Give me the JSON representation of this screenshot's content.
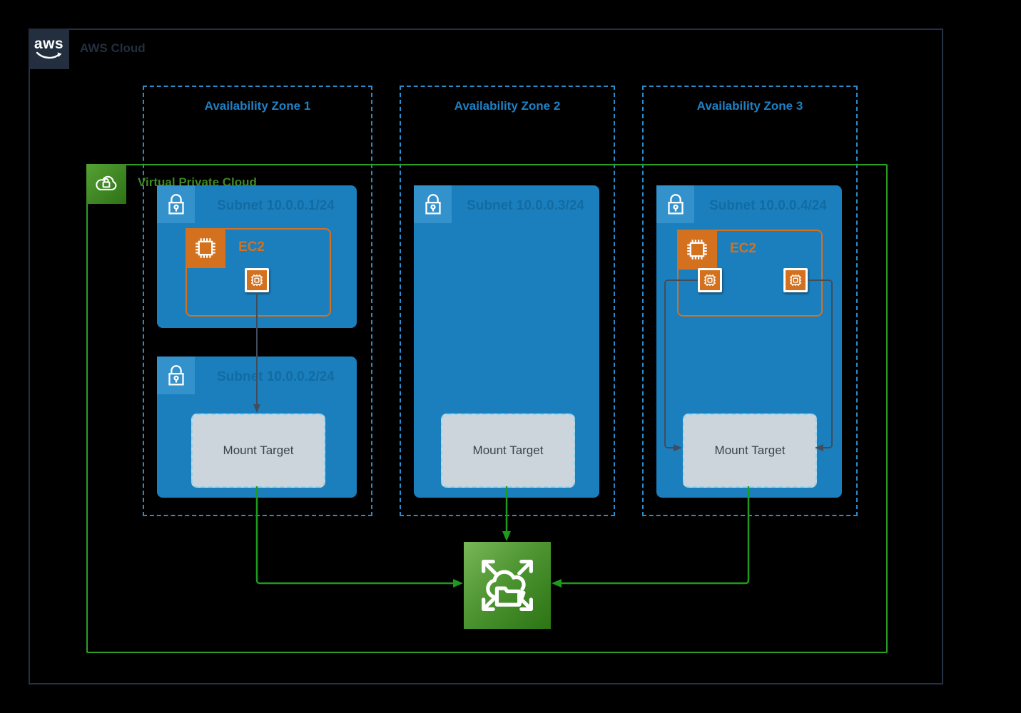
{
  "header": {
    "logo_text": "aws",
    "title": "AWS Cloud"
  },
  "vpc": {
    "label": "Virtual Private Cloud"
  },
  "availability_zones": [
    {
      "label": "Availability Zone 1"
    },
    {
      "label": "Availability Zone 2"
    },
    {
      "label": "Availability Zone 3"
    }
  ],
  "subnets": [
    {
      "label": "Subnet 10.0.0.1/24"
    },
    {
      "label": "Subnet 10.0.0.2/24"
    },
    {
      "label": "Subnet 10.0.0.3/24"
    },
    {
      "label": "Subnet 10.0.0.4/24"
    }
  ],
  "ec2_groups": [
    {
      "label": "EC2",
      "instances": 1
    },
    {
      "label": "EC2",
      "instances": 2
    }
  ],
  "mount_targets": [
    {
      "label": "Mount Target"
    },
    {
      "label": "Mount Target"
    },
    {
      "label": "Mount Target"
    }
  ],
  "icons": {
    "aws_logo": "aws-smile-logo",
    "vpc": "cloud-with-lock-icon",
    "subnet_lock": "padlock-icon",
    "ec2": "processor-chip-icon",
    "instance": "small-chip-icon",
    "efs": "elastic-file-system-icon"
  },
  "colors": {
    "background": "#000000",
    "aws_navy": "#232F3E",
    "az_blue": "#1F80C3",
    "az_border_blue": "#2E8BC9",
    "subnet_blue": "#1B7FBE",
    "subnet_text_blue": "#11689C",
    "vpc_green": "#2B9E23",
    "vpc_text_green": "#3F8624",
    "ec2_orange": "#D4711F",
    "mount_gray": "#CDD5DC",
    "mount_border": "#8FD4F2",
    "dark_arrow": "#414D5C"
  }
}
